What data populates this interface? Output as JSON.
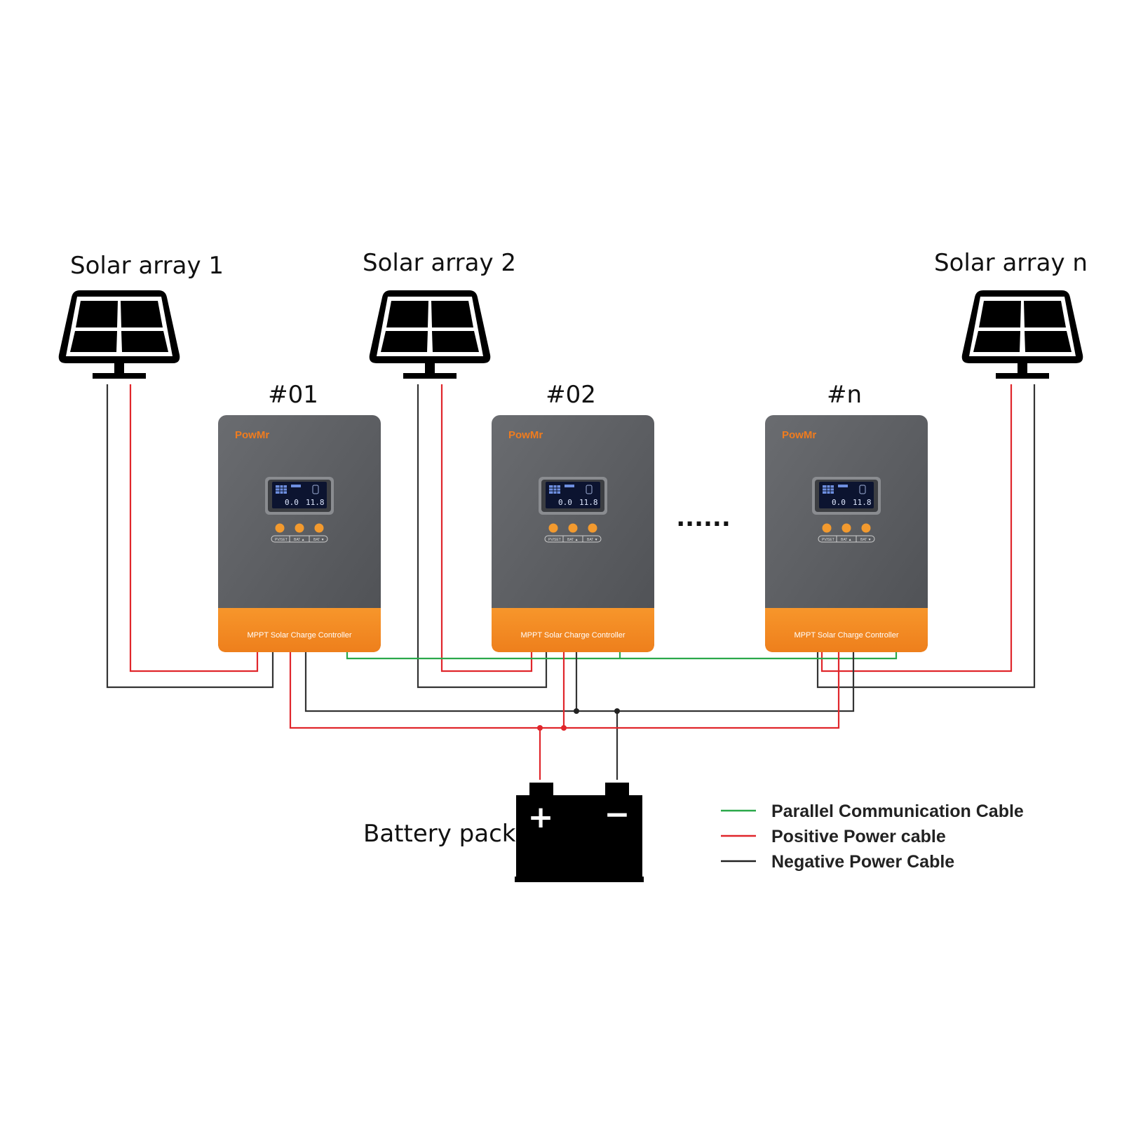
{
  "arrays": [
    {
      "label": "Solar array 1"
    },
    {
      "label": "Solar array 2"
    },
    {
      "label": "Solar array n"
    }
  ],
  "controllers": [
    {
      "label": "#01",
      "brand": "PowMr",
      "footer": "MPPT Solar Charge Controller",
      "lcd_left": "0.0",
      "lcd_right": "11.8"
    },
    {
      "label": "#02",
      "brand": "PowMr",
      "footer": "MPPT Solar Charge Controller",
      "lcd_left": "0.0",
      "lcd_right": "11.8"
    },
    {
      "label": "#n",
      "brand": "PowMr",
      "footer": "MPPT Solar Charge Controller",
      "lcd_left": "0.0",
      "lcd_right": "11.8"
    }
  ],
  "ellipsis": "......",
  "battery": {
    "label": "Battery pack",
    "plus": "+",
    "minus": "−"
  },
  "legend": [
    {
      "label": "Parallel Communication Cable",
      "color": "#2aa84a"
    },
    {
      "label": "Positive Power cable",
      "color": "#e0262b"
    },
    {
      "label": "Negative Power Cable",
      "color": "#222222"
    }
  ],
  "colors": {
    "controller_body": "#5b5d61",
    "controller_footer": "#f28a22",
    "button": "#f39a2e",
    "lcd": "#0c1430"
  }
}
